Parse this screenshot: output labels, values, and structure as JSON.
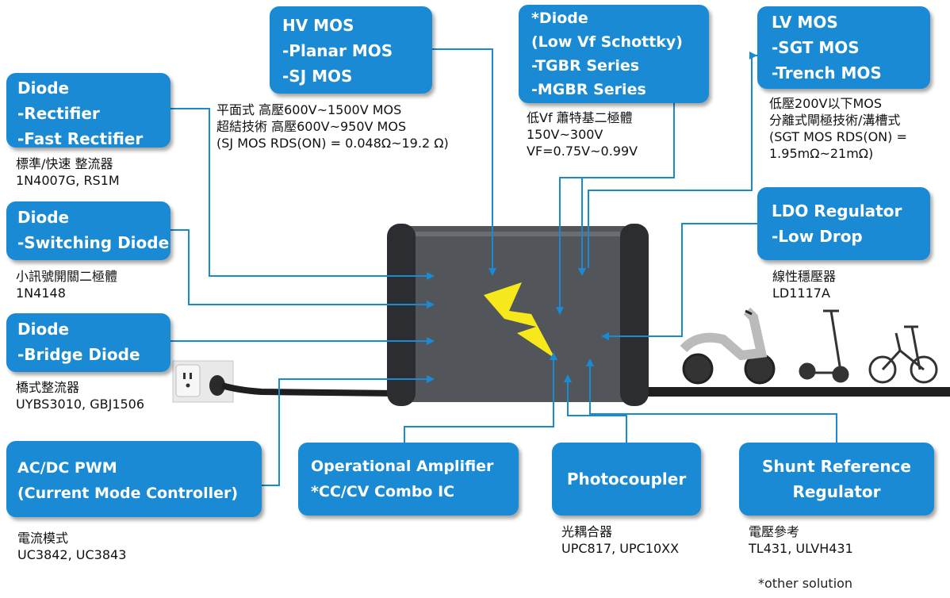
{
  "boxes": {
    "diode_rectifier": {
      "lines": [
        "Diode",
        "-Rectifier",
        "-Fast Rectifier"
      ],
      "caption": [
        "標準/快速 整流器",
        "1N4007G, RS1M"
      ]
    },
    "diode_switching": {
      "lines": [
        "Diode",
        "-Switching Diode"
      ],
      "caption": [
        "小訊號開關二極體",
        "1N4148"
      ]
    },
    "diode_bridge": {
      "lines": [
        "Diode",
        "-Bridge Diode"
      ],
      "caption": [
        "橋式整流器",
        "UYBS3010, GBJ1506"
      ]
    },
    "acdc_pwm": {
      "lines": [
        "AC/DC PWM",
        "(Current Mode Controller)"
      ],
      "caption": [
        "電流模式",
        "UC3842, UC3843"
      ]
    },
    "hv_mos": {
      "lines": [
        "HV MOS",
        "-Planar MOS",
        "-SJ MOS"
      ],
      "caption": [
        "平面式 高壓600V~1500V MOS",
        "超結技術 高壓600V~950V MOS",
        "(SJ MOS RDS(ON) = 0.048Ω~19.2 Ω)"
      ]
    },
    "schottky": {
      "lines": [
        "*Diode",
        "(Low Vf Schottky)",
        "-TGBR Series",
        "-MGBR Series"
      ],
      "caption": [
        "低Vf 蕭特基二極體",
        "150V~300V",
        "VF=0.75V~0.99V"
      ]
    },
    "lv_mos": {
      "lines": [
        "LV MOS",
        "-SGT MOS",
        "-Trench MOS"
      ],
      "caption": [
        "低壓200V以下MOS",
        "分離式閘極技術/溝槽式",
        "(SGT MOS RDS(ON) =",
        "1.95mΩ~21mΩ)"
      ]
    },
    "ldo": {
      "lines": [
        "LDO Regulator",
        "-Low Drop"
      ],
      "caption": [
        "線性穩壓器",
        "LD1117A"
      ]
    },
    "opamp": {
      "lines": [
        "Operational  Amplifier",
        "*CC/CV Combo IC"
      ]
    },
    "photocoupler": {
      "lines": [
        "Photocoupler"
      ],
      "caption": [
        "光耦合器",
        "UPC817, UPC10XX"
      ]
    },
    "shunt": {
      "lines": [
        "Shunt Reference",
        "Regulator"
      ],
      "caption": [
        "電壓參考",
        "TL431, ULVH431"
      ]
    }
  },
  "footnote": "*other solution",
  "colors": {
    "box": "#1a8ad4",
    "wire": "#1a8ad4",
    "charger_body": "#55595e",
    "lightning": "#f7e81c"
  },
  "icons": [
    "charger-body",
    "lightning-icon",
    "power-outlet-icon",
    "scooter-icon",
    "kick-scooter-icon",
    "folding-bike-icon"
  ]
}
